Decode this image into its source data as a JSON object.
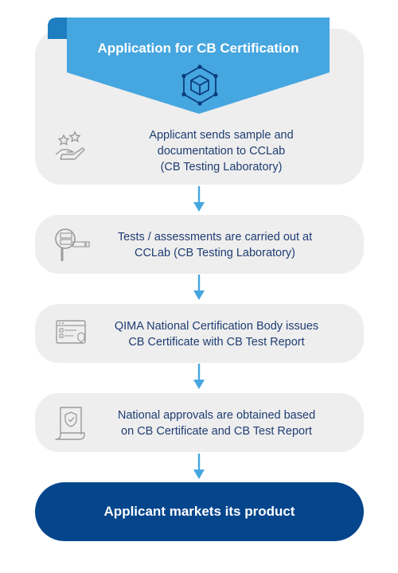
{
  "header": {
    "title": "Application for CB Certification"
  },
  "steps": [
    {
      "text": "Applicant sends sample and\ndocumentation to CCLab\n(CB Testing Laboratory)",
      "icon": "hand-stars-icon"
    },
    {
      "text": "Tests / assessments are carried out at\nCCLab (CB Testing Laboratory)",
      "icon": "magnifier-checklist-icon"
    },
    {
      "text": "QIMA National Certification Body issues\nCB Certificate with CB Test Report",
      "icon": "certificate-form-icon"
    },
    {
      "text": "National approvals are obtained based\non CB Certificate and CB Test Report",
      "icon": "scroll-shield-icon"
    }
  ],
  "final": {
    "text": "Applicant markets its product"
  },
  "colors": {
    "banner": "#46a6e0",
    "banner_dark": "#1f7ec0",
    "card": "#eeeeee",
    "text": "#1f3d73",
    "arrow": "#46a6e0",
    "final_bg": "#04458c",
    "icon_gray": "#9a9a9a"
  }
}
